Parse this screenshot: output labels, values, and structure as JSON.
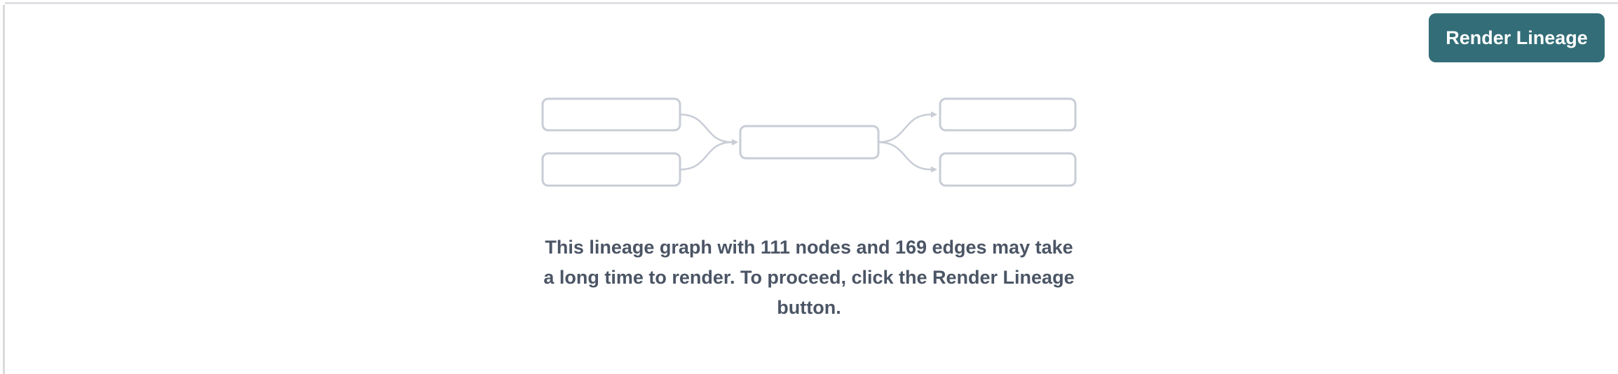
{
  "page": {
    "background_color": "#ffffff",
    "top_divider_color": "#e1e1e5",
    "left_divider_color": "#dadade"
  },
  "toolbar": {
    "render_button_label": "Render Lineage",
    "render_button_bg": "#336e78",
    "render_button_text_color": "#ffffff"
  },
  "empty_state": {
    "message": "This lineage graph with 111 nodes and 169 edges may take a long time to render. To proceed, click the Render Lineage button.",
    "message_color": "#4b5565",
    "node_count": "111",
    "edge_count": "169",
    "illustration": {
      "name": "lineage-graph-placeholder",
      "box_border_color": "#c8cdd6",
      "arrow_color": "#c8cdd6",
      "left_boxes": 2,
      "center_boxes": 1,
      "right_boxes": 2
    }
  }
}
